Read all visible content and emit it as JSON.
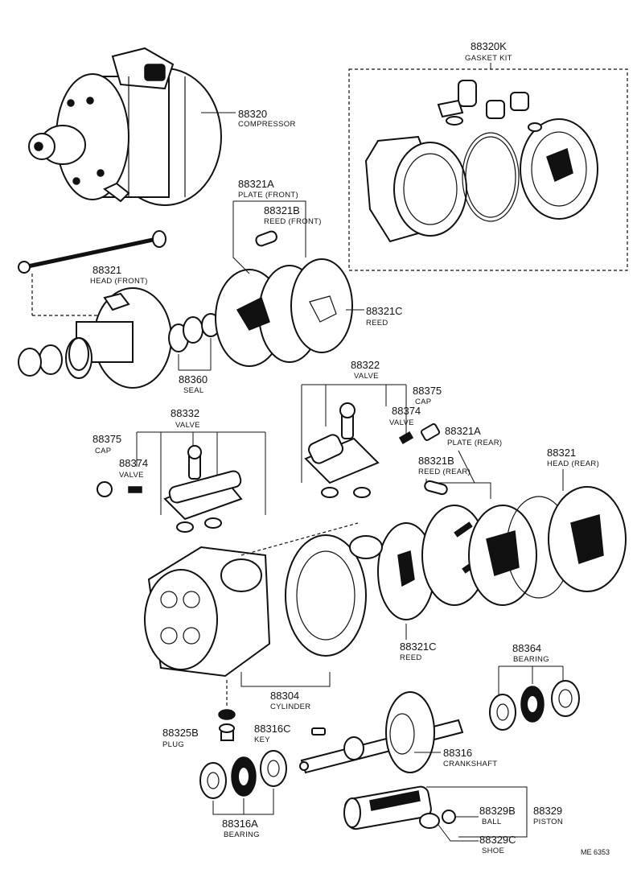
{
  "labels": {
    "gasket_kit_num": "88320K",
    "gasket_kit_lab": "GASKET KIT",
    "compressor_num": "88320",
    "compressor_lab": "COMPRESSOR",
    "plate_front_num": "88321A",
    "plate_front_lab": "PLATE (FRONT)",
    "reed_front_num": "88321B",
    "reed_front_lab": "REED (FRONT)",
    "head_front_num": "88321",
    "head_front_lab": "HEAD (FRONT)",
    "reed_c_num": "88321C",
    "reed_c_lab": "REED",
    "seal_num": "88360",
    "seal_lab": "SEAL",
    "valve_right_num": "88322",
    "valve_right_lab": "VALVE",
    "cap_right_num": "88375",
    "cap_right_lab": "CAP",
    "valve_small_right_num": "88374",
    "valve_small_right_lab": "VALVE",
    "plate_rear_num": "88321A",
    "plate_rear_lab": "PLATE (REAR)",
    "reed_rear_num": "88321B",
    "reed_rear_lab": "REED (REAR)",
    "head_rear_num": "88321",
    "head_rear_lab": "HEAD (REAR)",
    "valve_left_num": "88332",
    "valve_left_lab": "VALVE",
    "cap_left_num": "88375",
    "cap_left_lab": "CAP",
    "valve_small_left_num": "88374",
    "valve_small_left_lab": "VALVE",
    "reed_c2_num": "88321C",
    "reed_c2_lab": "REED",
    "bearing_right_num": "88364",
    "bearing_right_lab": "BEARING",
    "cylinder_num": "88304",
    "cylinder_lab": "CYLINDER",
    "plug_num": "88325B",
    "plug_lab": "PLUG",
    "key_num": "88316C",
    "key_lab": "KEY",
    "crankshaft_num": "88316",
    "crankshaft_lab": "CRANKSHAFT",
    "bearing_left_num": "88316A",
    "bearing_left_lab": "BEARING",
    "ball_num": "88329B",
    "ball_lab": "BALL",
    "piston_num": "88329",
    "piston_lab": "PISTON",
    "shoe_num": "88329C",
    "shoe_lab": "SHOE",
    "ref_code": "ME 6353"
  },
  "colors": {
    "ink": "#111111",
    "paper": "#ffffff"
  }
}
